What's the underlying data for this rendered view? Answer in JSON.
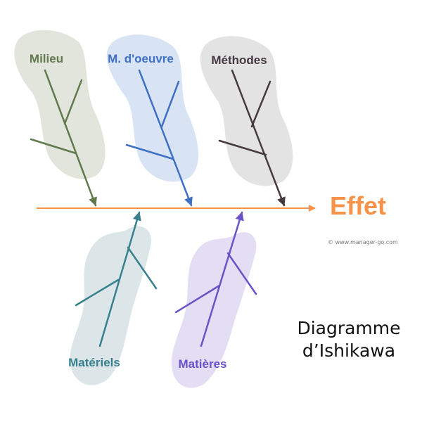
{
  "diagram": {
    "effect": {
      "label": "Effet",
      "color": "#f7924a"
    },
    "spine_color": "#f7924a",
    "categories": [
      {
        "id": "milieu",
        "label": "Milieu",
        "color": "#617a4d",
        "blob": "#e2e5dc"
      },
      {
        "id": "main-oeuvre",
        "label": "M. d'oeuvre",
        "color": "#3f70c4",
        "blob": "#d8e4f3"
      },
      {
        "id": "methodes",
        "label": "Méthodes",
        "color": "#443a40",
        "blob": "#e3e3e3"
      },
      {
        "id": "materiels",
        "label": "Matériels",
        "color": "#38808e",
        "blob": "#dce6e8"
      },
      {
        "id": "matieres",
        "label": "Matières",
        "color": "#6b53c7",
        "blob": "#e3def3"
      }
    ],
    "credit": "© www.manager-go.com",
    "title_line1": "Diagramme",
    "title_line2": "d’Ishikawa"
  }
}
